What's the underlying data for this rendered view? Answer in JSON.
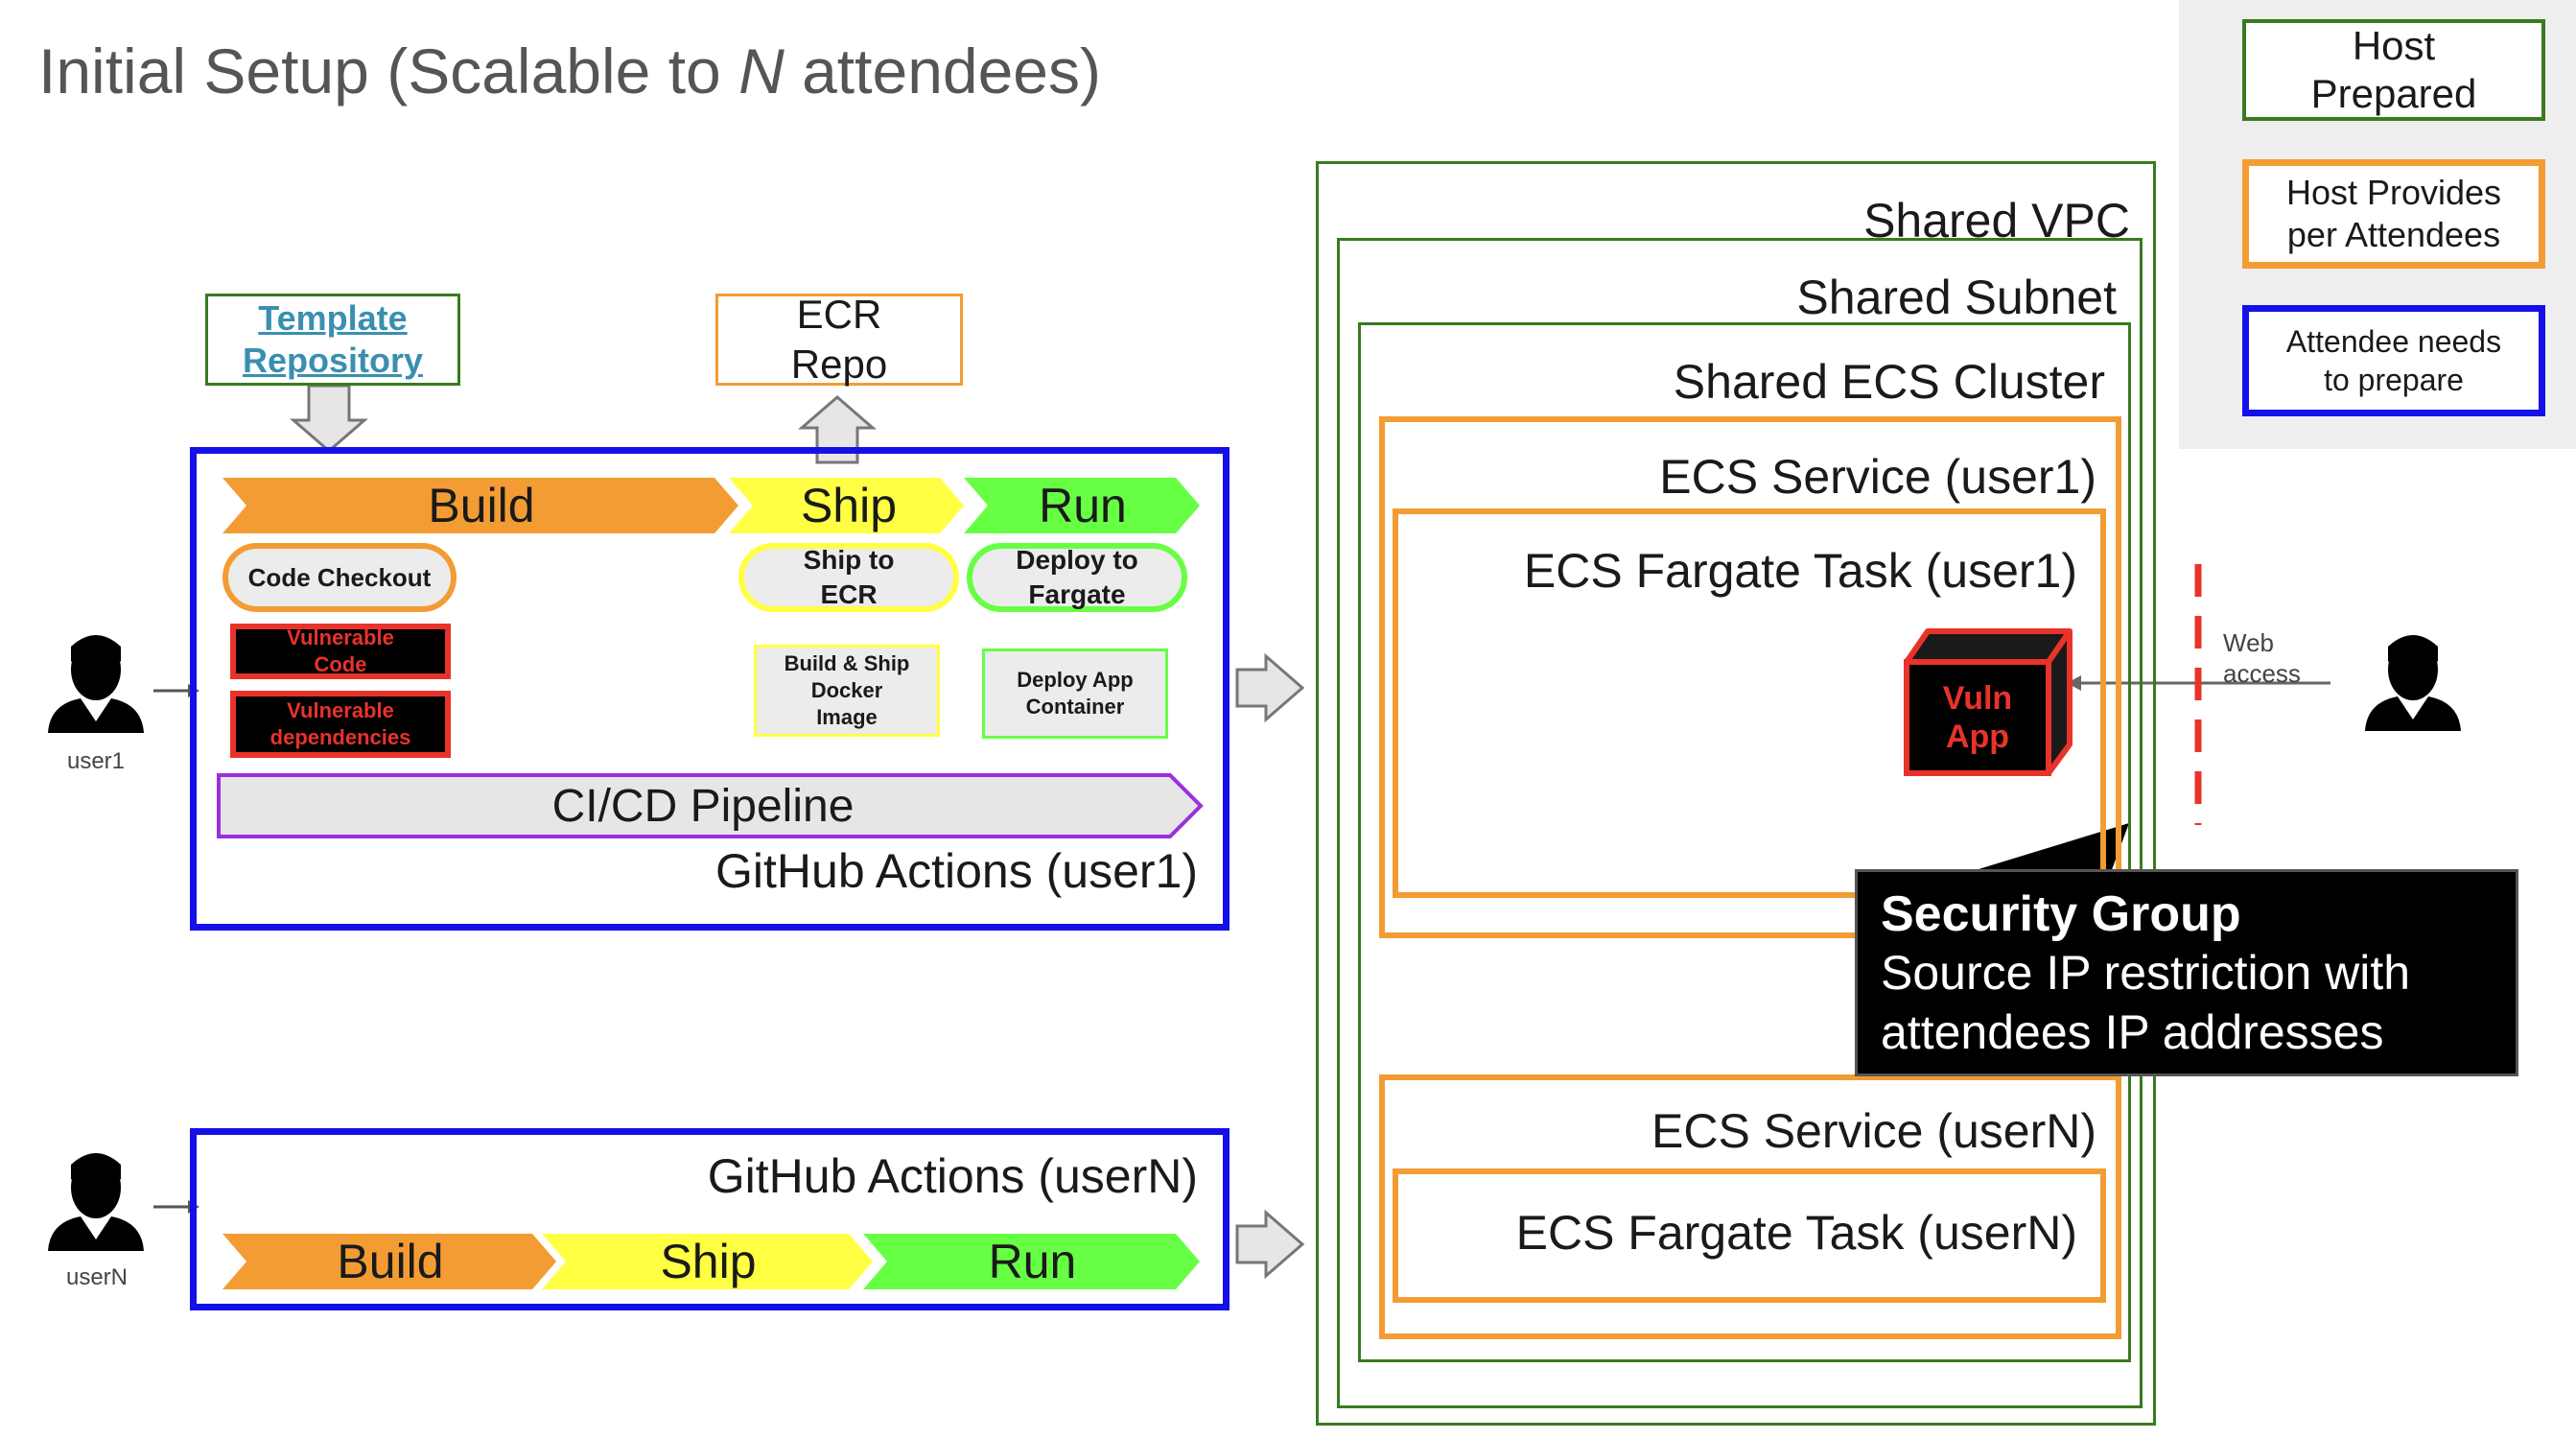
{
  "title": {
    "prefix": "Initial Setup (Scalable to ",
    "italic": "N",
    "suffix": " attendees)"
  },
  "legend": {
    "host_prepared": "Host\nPrepared",
    "host_provides": "Host Provides\nper Attendees",
    "attendee_needs": "Attendee needs\nto prepare"
  },
  "template_repo": "Template\nRepository",
  "ecr_repo": "ECR\nRepo",
  "pipeline1": {
    "build": "Build",
    "ship": "Ship",
    "run": "Run",
    "code_checkout": "Code Checkout",
    "vulnerable_code": "Vulnerable\nCode",
    "vulnerable_deps": "Vulnerable\ndependencies",
    "ship_to_ecr": "Ship to\nECR",
    "deploy_to_fargate": "Deploy to\nFargate",
    "build_ship_image": "Build & Ship\nDocker\nImage",
    "deploy_container": "Deploy App\nContainer",
    "cicd": "CI/CD Pipeline",
    "label": "GitHub Actions (user1)"
  },
  "pipelineN": {
    "label": "GitHub Actions (userN)",
    "build": "Build",
    "ship": "Ship",
    "run": "Run"
  },
  "users": {
    "user1": "user1",
    "userN": "userN"
  },
  "aws": {
    "vpc": "Shared VPC",
    "subnet": "Shared Subnet",
    "cluster": "Shared ECS Cluster",
    "service1": "ECS Service (user1)",
    "task1": "ECS Fargate Task (user1)",
    "app": "Vuln\nApp",
    "serviceN": "ECS Service (userN)",
    "taskN": "ECS Fargate Task (userN)"
  },
  "web_access": "Web\naccess",
  "security_group": {
    "title": "Security Group",
    "body": "Source IP restriction with\nattendees IP addresses"
  },
  "colors": {
    "build": "#f39c33",
    "ship": "#ffff44",
    "run": "#66ff44",
    "host_prepared": "#3a7a20",
    "host_provides": "#f39c33",
    "attendee": "#1510e8",
    "pipeline": "#9b2fe0"
  }
}
